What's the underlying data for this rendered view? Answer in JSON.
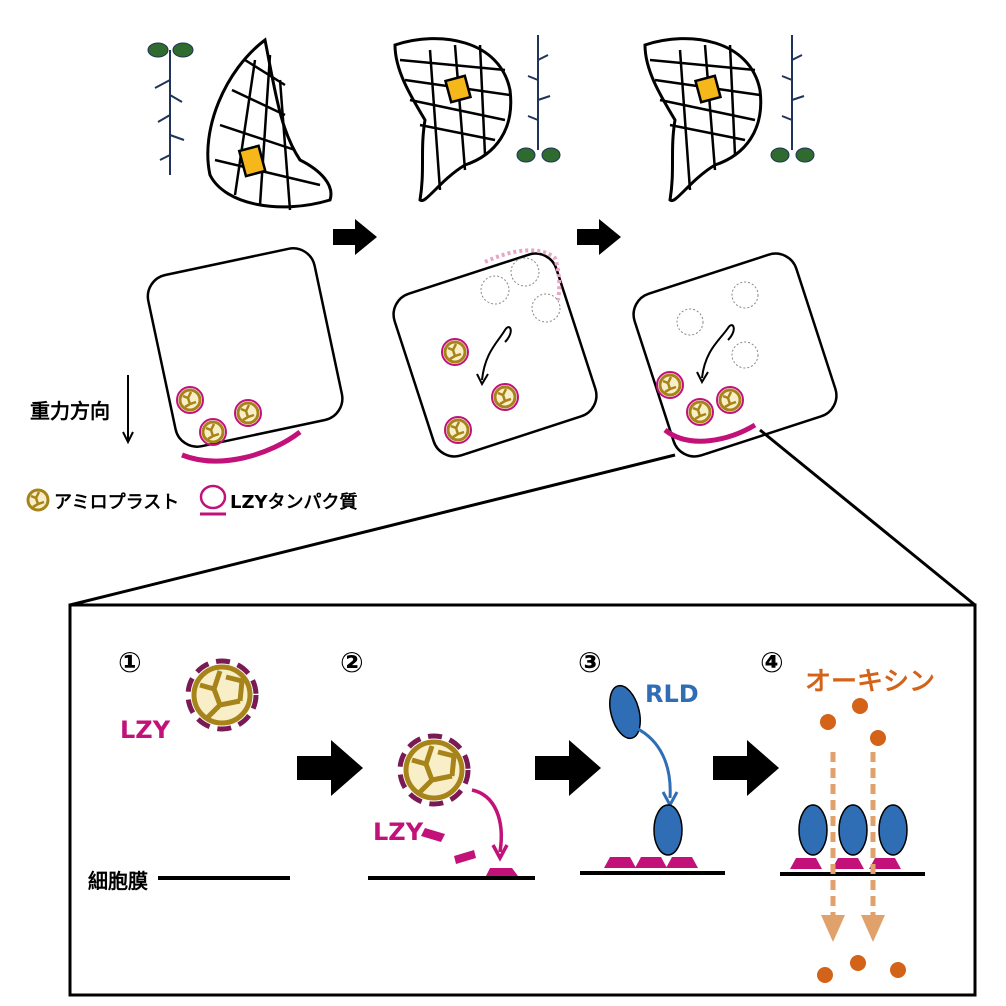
{
  "labels": {
    "gravity": "重力方向",
    "legend_amyloplast": "アミロプラスト",
    "legend_lzy": "LZYタンパク質",
    "membrane": "細胞膜",
    "lzy1": "LZY",
    "lzy2": "LZY",
    "rld": "RLD",
    "auxin": "オーキシン"
  },
  "steps": [
    "①",
    "②",
    "③",
    "④"
  ],
  "colors": {
    "magenta": "#c2127a",
    "pink_dotted": "#e8a6c6",
    "amyloplast_fill": "#f8efc9",
    "amyloplast_stroke": "#a6841a",
    "highlight_cell": "#f5b719",
    "rld_blue": "#2f6db5",
    "auxin_orange": "#d4631a",
    "auxin_arrow": "#e0a16a",
    "plant_navy": "#1f3458",
    "plant_leaf": "#2f6b2f"
  },
  "icons": [
    "amyloplast-icon",
    "arrow-right-icon",
    "gravity-arrow-icon",
    "seedling-icon"
  ]
}
